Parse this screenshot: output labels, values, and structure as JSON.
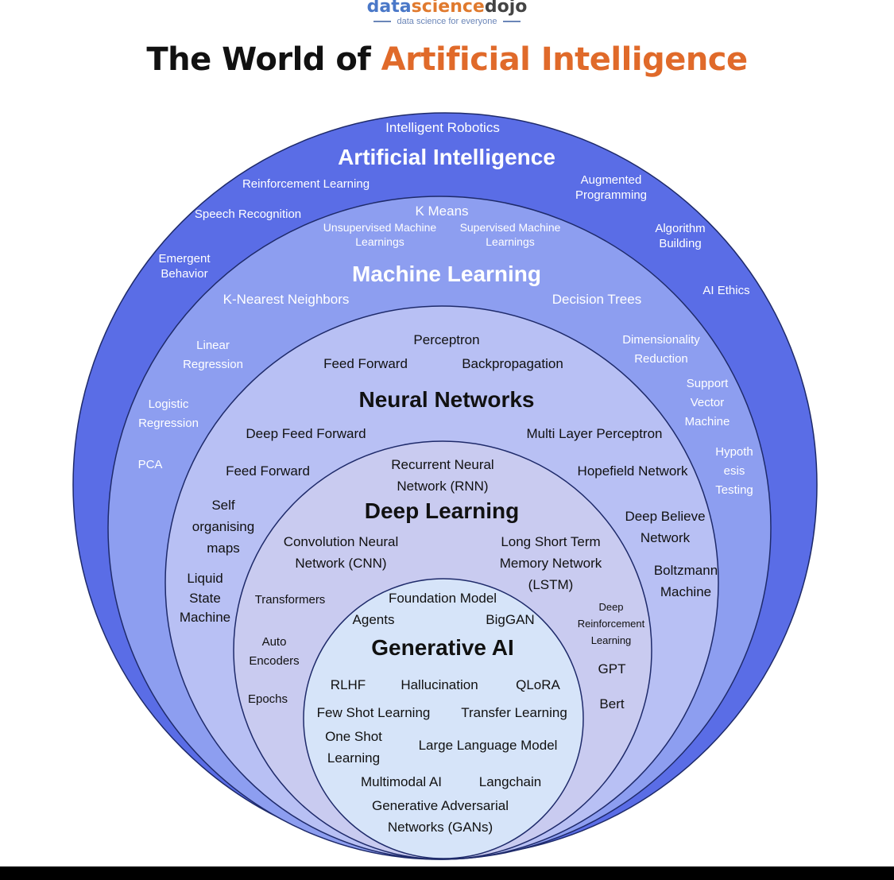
{
  "logo": {
    "part1": "data",
    "part2": "science",
    "part3": "dojo",
    "tagline": "data science for everyone"
  },
  "title": {
    "prefix": "The World of ",
    "highlight": "Artificial Intelligence"
  },
  "colors": {
    "ai": "#5a6de6",
    "ml": "#8d9ef0",
    "nn": "#b8c0f4",
    "dl": "#c9cbf0",
    "genai": "#d6e4f9",
    "accent": "#e06a2a"
  },
  "ai": {
    "heading": "Artificial Intelligence",
    "items": [
      "Intelligent Robotics",
      "Reinforcement Learning",
      "Augmented Programming",
      "Speech Recognition",
      "Algorithm Building",
      "Emergent Behavior",
      "AI Ethics",
      "Linear Regression",
      "Logistic Regression",
      "PCA",
      "Dimensionality Reduction",
      "Support Vector Machine",
      "Hypoth esis Testing"
    ]
  },
  "ml": {
    "heading": "Machine Learning",
    "items": [
      "K Means",
      "Unsupervised Machine Learnings",
      "Supervised Machine Learnings",
      "K-Nearest Neighbors",
      "Decision Trees"
    ]
  },
  "nn": {
    "heading": "Neural Networks",
    "items": [
      "Perceptron",
      "Feed Forward",
      "Backpropagation",
      "Deep Feed Forward",
      "Multi Layer Perceptron",
      "Feed Forward",
      "Hopefield Network",
      "Self organising maps",
      "Deep Believe Network",
      "Liquid State Machine",
      "Boltzmann Machine"
    ]
  },
  "dl": {
    "heading": "Deep Learning",
    "items": [
      "Recurrent Neural Network (RNN)",
      "Convolution Neural Network (CNN)",
      "Long Short Term Memory Network (LSTM)",
      "Transformers",
      "Deep Reinforcement Learning",
      "Auto Encoders",
      "GPT",
      "Epochs",
      "Bert"
    ]
  },
  "genai": {
    "heading": "Generative AI",
    "items": [
      "Foundation Model",
      "Agents",
      "BigGAN",
      "RLHF",
      "Hallucination",
      "QLoRA",
      "Few Shot Learning",
      "Transfer Learning",
      "One Shot Learning",
      "Large Language Model",
      "Multimodal AI",
      "Langchain",
      "Generative Adversarial Networks (GANs)"
    ]
  }
}
